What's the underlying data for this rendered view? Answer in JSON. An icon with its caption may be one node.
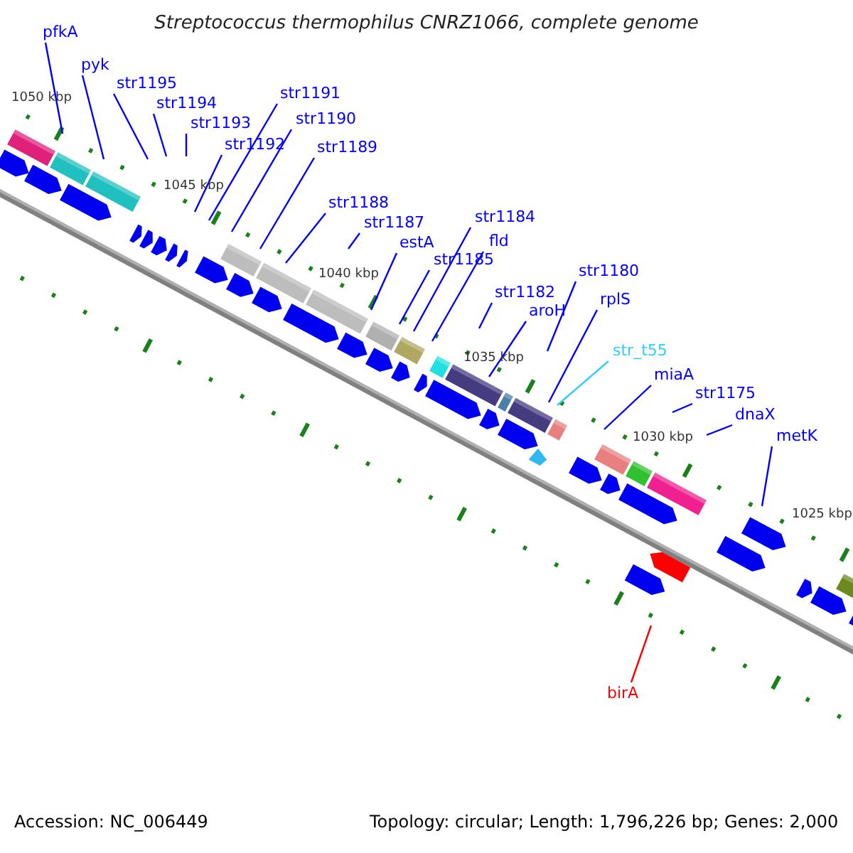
{
  "diagram": {
    "title": "Streptococcus thermophilus CNRZ1066, complete genome",
    "nodes": [
      {
        "text": [
          "pfkA"
        ]
      },
      {
        "text": [
          "pyk"
        ]
      },
      {
        "text": [
          "str1195"
        ]
      },
      {
        "text": [
          "str1194"
        ]
      },
      {
        "text": [
          "str1193"
        ]
      },
      {
        "text": [
          "str1192"
        ]
      },
      {
        "text": [
          "str1191"
        ]
      },
      {
        "text": [
          "str1190"
        ]
      },
      {
        "text": [
          "str1189"
        ]
      },
      {
        "text": [
          "str1188"
        ]
      },
      {
        "text": [
          "str1187"
        ]
      },
      {
        "text": [
          "estA"
        ]
      },
      {
        "text": [
          "str1185"
        ]
      },
      {
        "text": [
          "str1184"
        ]
      },
      {
        "text": [
          "fld"
        ]
      },
      {
        "text": [
          "str1182"
        ]
      },
      {
        "text": [
          "aroH"
        ]
      },
      {
        "text": [
          "str1180"
        ]
      },
      {
        "text": [
          "rplS"
        ]
      },
      {
        "text": [
          "str_t55"
        ]
      },
      {
        "text": [
          "miaA"
        ]
      },
      {
        "text": [
          "str1175"
        ]
      },
      {
        "text": [
          "dnaX"
        ]
      },
      {
        "text": [
          "metK"
        ]
      },
      {
        "text": [
          "birA"
        ]
      }
    ],
    "edges": [
      {
        "from": 0,
        "to": null,
        "arrow": "none"
      },
      {
        "from": 1,
        "to": null,
        "arrow": "none"
      },
      {
        "from": 2,
        "to": null,
        "arrow": "none"
      },
      {
        "from": 3,
        "to": null,
        "arrow": "none"
      },
      {
        "from": 4,
        "to": null,
        "arrow": "none"
      },
      {
        "from": 5,
        "to": null,
        "arrow": "none"
      },
      {
        "from": 6,
        "to": null,
        "arrow": "none"
      },
      {
        "from": 7,
        "to": null,
        "arrow": "none"
      },
      {
        "from": 8,
        "to": null,
        "arrow": "none"
      },
      {
        "from": 9,
        "to": null,
        "arrow": "none"
      },
      {
        "from": 10,
        "to": null,
        "arrow": "none"
      },
      {
        "from": 11,
        "to": null,
        "arrow": "none"
      },
      {
        "from": 12,
        "to": null,
        "arrow": "none"
      },
      {
        "from": 13,
        "to": null,
        "arrow": "none"
      },
      {
        "from": 14,
        "to": null,
        "arrow": "none"
      },
      {
        "from": 15,
        "to": null,
        "arrow": "none"
      },
      {
        "from": 16,
        "to": null,
        "arrow": "none"
      },
      {
        "from": 17,
        "to": null,
        "arrow": "none"
      },
      {
        "from": 18,
        "to": null,
        "arrow": "none"
      },
      {
        "from": 19,
        "to": null,
        "arrow": "none",
        "color": "#33ccff"
      },
      {
        "from": 20,
        "to": null,
        "arrow": "none"
      },
      {
        "from": 21,
        "to": null,
        "arrow": "none"
      },
      {
        "from": 22,
        "to": null,
        "arrow": "none"
      },
      {
        "from": 23,
        "to": null,
        "arrow": "none"
      },
      {
        "from": 24,
        "to": null,
        "arrow": "none",
        "color": "#ff0000"
      }
    ],
    "labels": [
      "1050 kbp",
      "1045 kbp",
      "1040 kbp",
      "1035 kbp",
      "1030 kbp",
      "1025 kbp",
      "Accession: NC_006449",
      "Topology: circular; Length: 1,796,226 bp; Genes: 2,000"
    ]
  }
}
